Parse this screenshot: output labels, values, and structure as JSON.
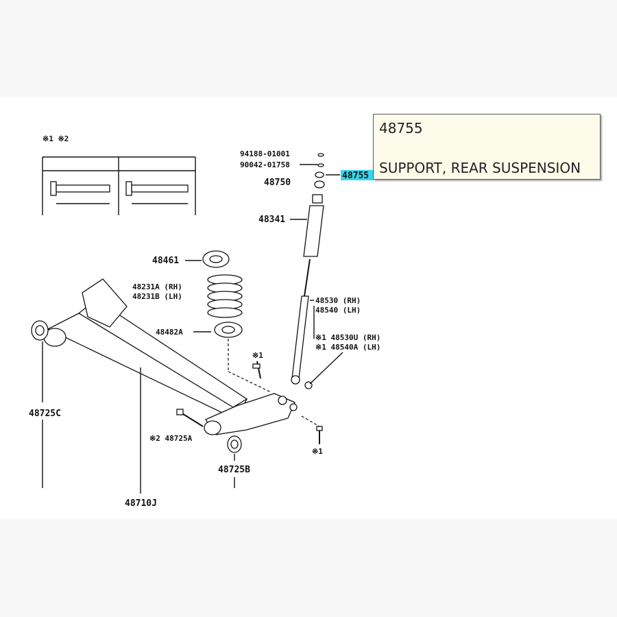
{
  "diagram": {
    "part_labels": {
      "p48755": "48755",
      "p94188": "94188-01001",
      "p90042": "90042-01758",
      "p48750": "48750",
      "p48341": "48341",
      "p48461": "48461",
      "p48231A": "48231A (RH)",
      "p48231B": "48231B (LH)",
      "p48482A": "48482A",
      "p48530": "48530 (RH)",
      "p48540": "48540 (LH)",
      "p48530U": "※1 48530U (RH)",
      "p48540A": "※1 48540A (LH)",
      "p48725C": "48725C",
      "p48725A": "※2 48725A",
      "p48725B": "48725B",
      "p48710J": "48710J",
      "star1": "※1",
      "star2": "※2",
      "table_title": "※1 ※2"
    },
    "highlight_color": "#35d7ee"
  },
  "tooltip": {
    "code": "48755",
    "description": "SUPPORT, REAR SUSPENSION"
  }
}
